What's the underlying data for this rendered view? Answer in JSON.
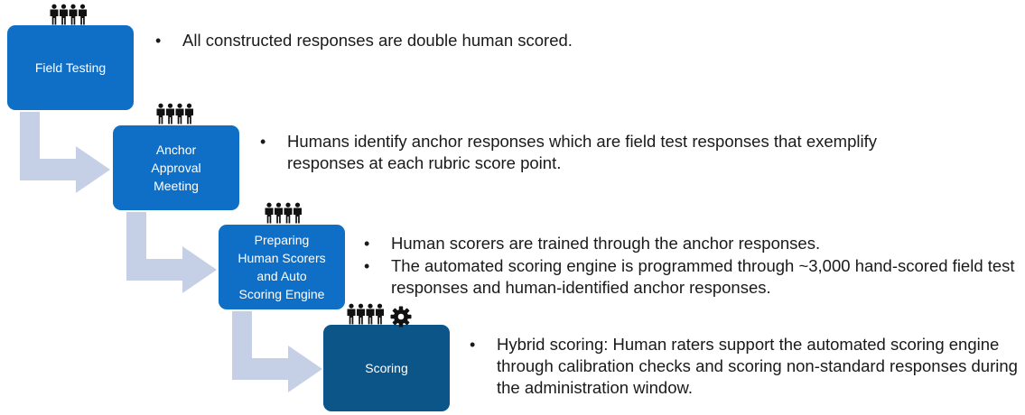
{
  "steps": [
    {
      "id": "field-testing",
      "label_lines": [
        "Field Testing"
      ],
      "bullets": [
        "All constructed responses are double human scored."
      ],
      "icons": [
        "people-icon"
      ]
    },
    {
      "id": "anchor-approval-meeting",
      "label_lines": [
        "Anchor",
        "Approval",
        "Meeting"
      ],
      "bullets": [
        "Humans identify anchor responses which are field test responses that exemplify responses at each rubric score point."
      ],
      "icons": [
        "people-icon"
      ]
    },
    {
      "id": "preparing-scorers",
      "label_lines": [
        "Preparing",
        "Human Scorers",
        "and Auto",
        "Scoring Engine"
      ],
      "bullets": [
        "Human scorers are trained through the anchor responses.",
        "The automated scoring engine is programmed through ~3,000 hand-scored field test responses and human-identified anchor responses."
      ],
      "icons": [
        "people-icon"
      ]
    },
    {
      "id": "scoring",
      "label_lines": [
        "Scoring"
      ],
      "bullets": [
        "Hybrid scoring: Human raters support the automated scoring engine through calibration checks and scoring non-standard responses during the administration window."
      ],
      "icons": [
        "people-icon",
        "gear-icon"
      ]
    }
  ],
  "colors": {
    "box_fill": "#0f6fc6",
    "box_fill_final": "#0b5589",
    "arrow_fill": "#c5d0e6",
    "icon_fill": "#111111",
    "text": "#1a1a1a"
  }
}
